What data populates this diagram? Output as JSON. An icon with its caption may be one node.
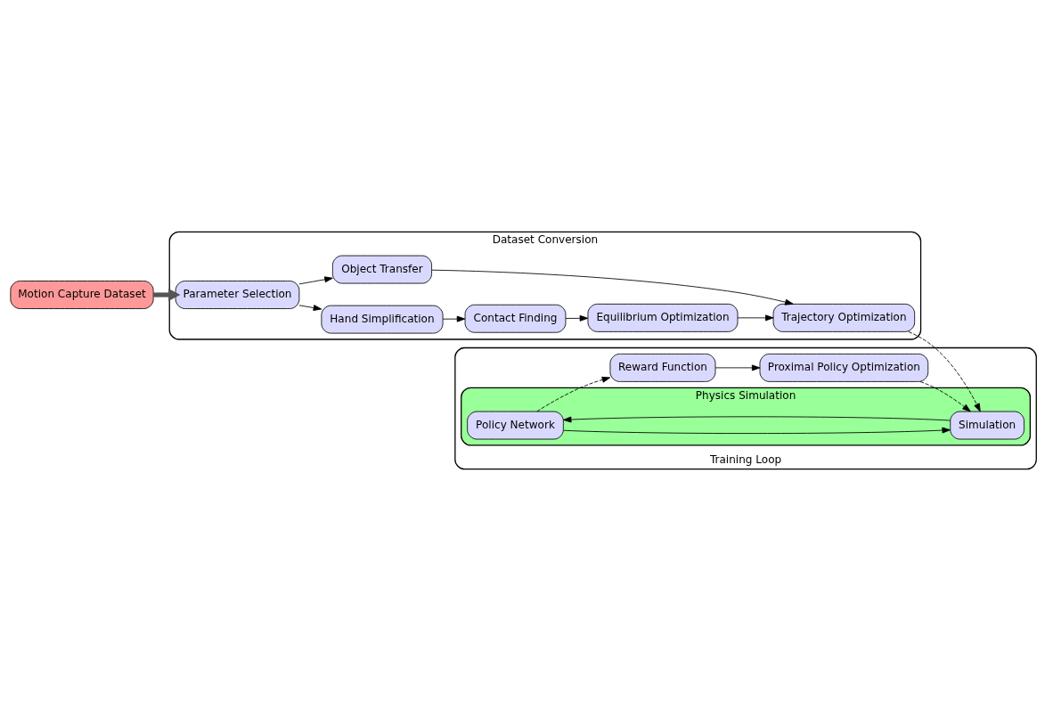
{
  "diagram": {
    "nodes": [
      {
        "text": [
          "Motion Capture Dataset"
        ]
      },
      {
        "text": [
          "Dataset Conversion"
        ]
      },
      {
        "text": [
          "Parameter Selection"
        ],
        "in": 1
      },
      {
        "text": [
          "Hand Simplification"
        ],
        "in": 1
      },
      {
        "text": [
          "Contact Finding"
        ],
        "in": 1
      },
      {
        "text": [
          "Equilibrium Optimization"
        ],
        "in": 1
      },
      {
        "text": [
          "Trajectory Optimization"
        ],
        "in": 1
      },
      {
        "text": [
          "Object Transfer"
        ],
        "in": 1
      },
      {
        "text": [
          "Training Loop"
        ]
      },
      {
        "text": [
          "Physics Simulation"
        ],
        "in": 8
      },
      {
        "text": [
          "Policy Network"
        ],
        "in": 9
      },
      {
        "text": [
          "Simulation"
        ],
        "in": 9
      },
      {
        "text": [
          "Reward Function"
        ],
        "in": 8
      },
      {
        "text": [
          "Proximal Policy Optimization"
        ],
        "in": 8
      }
    ],
    "edges": [
      {
        "from": 0,
        "to": 2,
        "arrow": "to",
        "style": "thick"
      },
      {
        "from": 2,
        "to": 3,
        "arrow": "to"
      },
      {
        "from": 3,
        "to": 4,
        "arrow": "to"
      },
      {
        "from": 4,
        "to": 5,
        "arrow": "to"
      },
      {
        "from": 5,
        "to": 6,
        "arrow": "to"
      },
      {
        "from": 2,
        "to": 7,
        "arrow": "to"
      },
      {
        "from": 7,
        "to": 6,
        "arrow": "to"
      },
      {
        "from": 6,
        "to": 11,
        "arrow": "to",
        "style": "dashed"
      },
      {
        "from": 11,
        "to": 10,
        "arrow": "to"
      },
      {
        "from": 10,
        "to": 11,
        "arrow": "to"
      },
      {
        "from": 10,
        "to": 12,
        "arrow": "to",
        "style": "dashed"
      },
      {
        "from": 12,
        "to": 13,
        "arrow": "to"
      },
      {
        "from": 13,
        "to": 11,
        "arrow": "to",
        "style": "dashed"
      }
    ]
  }
}
